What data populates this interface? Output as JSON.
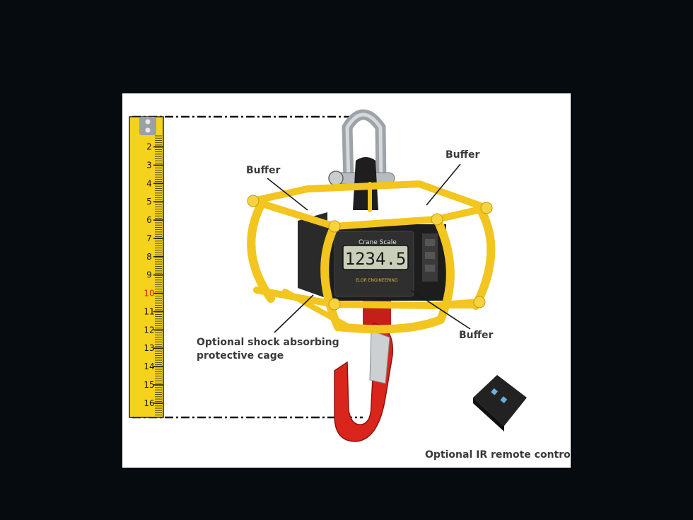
{
  "photo": {
    "callouts": {
      "buffer_top_left": "Buffer",
      "buffer_top_right": "Buffer",
      "buffer_bottom_right": "Buffer",
      "cage_line1": "Optional shock absorbing",
      "cage_line2": "protective cage",
      "remote": "Optional IR remote control"
    },
    "display": {
      "reading": "1234.5",
      "product_label": "Crane Scale",
      "brand": "ELOR ENGINEERING"
    },
    "ruler": {
      "inch_marks": [
        "2",
        "3",
        "4",
        "5",
        "6",
        "7",
        "8",
        "9",
        "10",
        "11",
        "12",
        "13",
        "14",
        "15",
        "16"
      ]
    },
    "colors": {
      "cage_yellow": "#f2c51f",
      "hook_red": "#d9251c",
      "ruler_yellow": "#f5d21b",
      "background": "#060b10"
    }
  }
}
